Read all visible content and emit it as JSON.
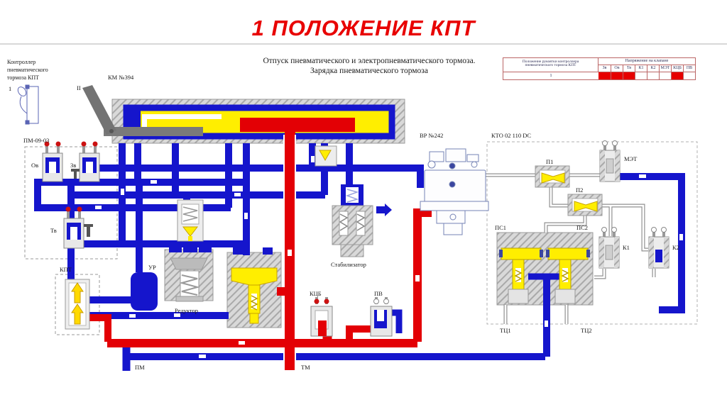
{
  "title": "1 ПОЛОЖЕНИЕ КПТ",
  "subtitle_line1": "Отпуск пневматического и электропневматического тормоза.",
  "subtitle_line2": "Зарядка пневматического тормоза",
  "controller": {
    "lines": [
      "Контроллер",
      "пневматического",
      "тормоза КПТ"
    ],
    "position_marker": "1",
    "handle_marker": "II"
  },
  "table": {
    "col_header_line1": "Положение рукоятки контроллера",
    "col_header_line2": "пневматического тормоза КПТ",
    "group_header": "Напряжение на клапане",
    "columns": [
      "Зв",
      "Ов",
      "Тв",
      "К1",
      "К2",
      "МЭТ",
      "КЦБ",
      "ПВ"
    ],
    "row_label": "1",
    "energized": [
      "Зв",
      "Ов",
      "Тв",
      "КЦБ"
    ]
  },
  "labels": {
    "km": "КМ №394",
    "pm0903": "ПМ-09-03",
    "ov": "Ов",
    "zv": "Зв",
    "tv": "Тв",
    "kpt": "КПТ",
    "ur": "УР",
    "reduktor": "Редуктор",
    "stabilizator": "Стабилизатор",
    "kcb": "КЦБ",
    "pv": "ПВ",
    "vr": "ВР №242",
    "kto": "КТО 02 110 DC",
    "p1": "П1",
    "p2": "П2",
    "met": "МЭТ",
    "ps1": "ПС1",
    "ps2": "ПС2",
    "k1": "К1",
    "k2": "К2",
    "tc1": "ТЦ1",
    "tc2": "ТЦ2",
    "pm": "ПМ",
    "tm": "ТМ"
  },
  "colors": {
    "title_red": "#e80000",
    "pipe_blue": "#1515cc",
    "pipe_red": "#e30005",
    "component_yellow": "#ffee00",
    "energized_cell": "#e60000",
    "hatch_gray": "#d9d9d9"
  }
}
